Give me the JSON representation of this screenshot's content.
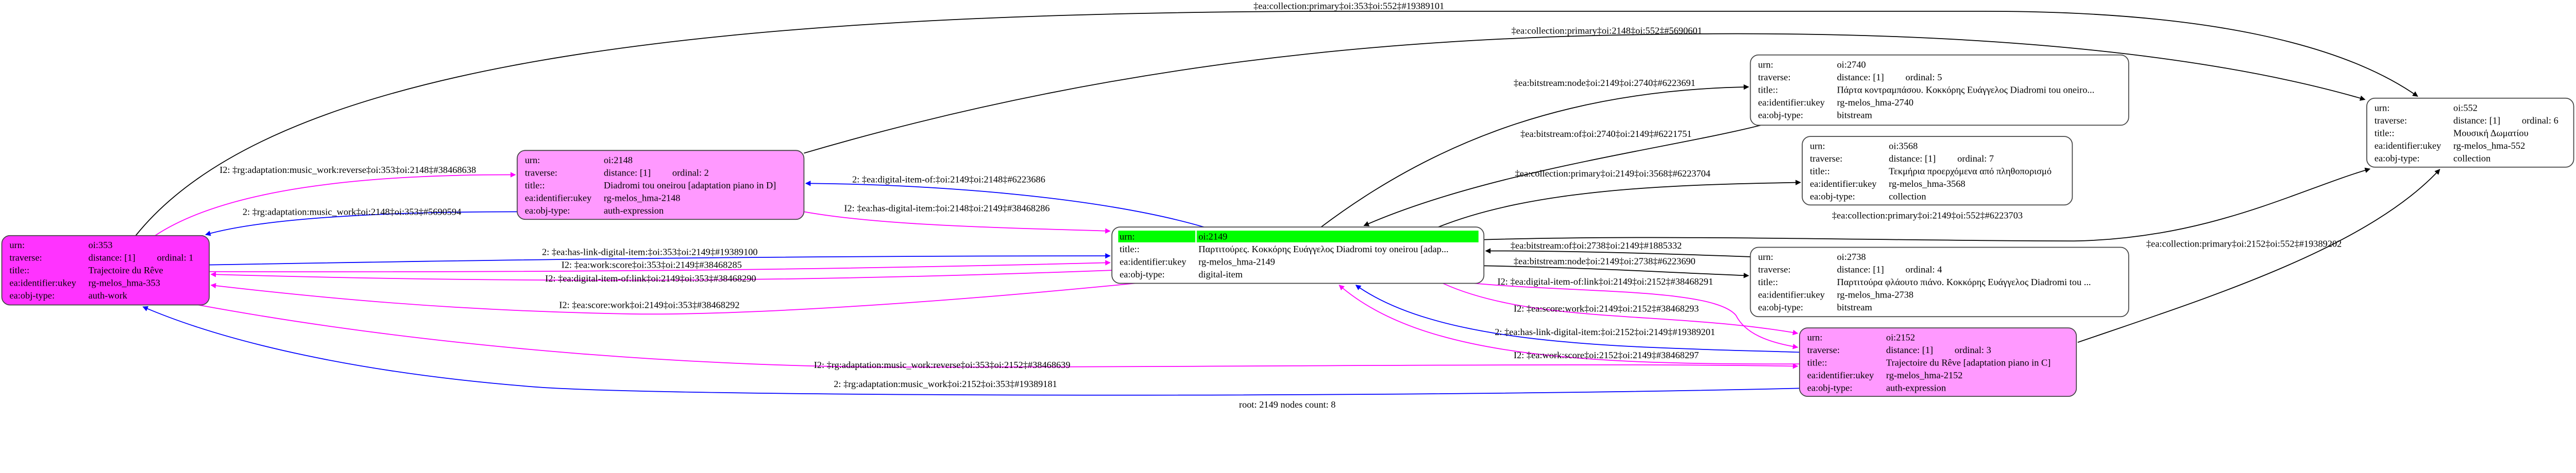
{
  "row_labels": {
    "urn": "urn:",
    "traverse": "traverse:",
    "title": "title::",
    "ukey": "ea:identifier:ukey",
    "type": "ea:obj-type:"
  },
  "colors": {
    "auth_work": "#ff33ff",
    "auth_expression": "#ff99ff",
    "default": "#ffffff",
    "root_highlight": "#00ff00",
    "edge_blue": "#0000ff",
    "edge_magenta": "#ff00ff",
    "edge_black": "#000000"
  },
  "nodes": [
    {
      "id": "353",
      "urn": "oi:353",
      "distance": "distance: [1]",
      "ordinal": "ordinal: 1",
      "title": "Trajectoire du Rêve",
      "ukey": "rg-melos_hma-353",
      "type": "auth-work",
      "fill": "#ff33ff"
    },
    {
      "id": "2148",
      "urn": "oi:2148",
      "distance": "distance: [1]",
      "ordinal": "ordinal: 2",
      "title": "Diadromi tou oneirou [adaptation piano in D]",
      "ukey": "rg-melos_hma-2148",
      "type": "auth-expression",
      "fill": "#ff99ff"
    },
    {
      "id": "2149",
      "urn": "oi:2149",
      "title": "Παρτιτούρες. Κοκκόρης Ευάγγελος Diadromi toy oneirou [adap...",
      "ukey": "rg-melos_hma-2149",
      "type": "digital-item",
      "fill": "#ffffff",
      "root": true
    },
    {
      "id": "2740",
      "urn": "oi:2740",
      "distance": "distance: [1]",
      "ordinal": "ordinal: 5",
      "title": "Πάρτα κοντραμπάσου. Κοκκόρης Ευάγγελος Diadromi tou oneiro...",
      "ukey": "rg-melos_hma-2740",
      "type": "bitstream",
      "fill": "#ffffff"
    },
    {
      "id": "3568",
      "urn": "oi:3568",
      "distance": "distance: [1]",
      "ordinal": "ordinal: 7",
      "title": "Τεκμήρια προερχόμενα από πληθοπορισμό",
      "ukey": "rg-melos_hma-3568",
      "type": "collection",
      "fill": "#ffffff"
    },
    {
      "id": "2738",
      "urn": "oi:2738",
      "distance": "distance: [1]",
      "ordinal": "ordinal: 4",
      "title": "Παρτιτούρα φλάουτο πιάνο. Κοκκόρης Ευάγγελος Diadromi tou ...",
      "ukey": "rg-melos_hma-2738",
      "type": "bitstream",
      "fill": "#ffffff"
    },
    {
      "id": "2152",
      "urn": "oi:2152",
      "distance": "distance: [1]",
      "ordinal": "ordinal: 3",
      "title": "Trajectoire du Rêve [adaptation piano in C]",
      "ukey": "rg-melos_hma-2152",
      "type": "auth-expression",
      "fill": "#ff99ff"
    },
    {
      "id": "552",
      "urn": "oi:552",
      "distance": "distance: [1]",
      "ordinal": "ordinal: 6",
      "title": "Μουσική Δωματίου",
      "ukey": "rg-melos_hma-552",
      "type": "collection",
      "fill": "#ffffff"
    }
  ],
  "edges": [
    {
      "from": "353",
      "to": "552",
      "color": "#000000",
      "label": "‡ea:collection:primary‡oi:353‡oi:552‡#19389101"
    },
    {
      "from": "2148",
      "to": "552",
      "color": "#000000",
      "label": "‡ea:collection:primary‡oi:2148‡oi:552‡#5690601"
    },
    {
      "from": "353",
      "to": "2148",
      "color": "#ff00ff",
      "label": "I2: ‡rg:adaptation:music_work:reverse‡oi:353‡oi:2148‡#38468638"
    },
    {
      "from": "2148",
      "to": "353",
      "color": "#0000ff",
      "label": "2: ‡rg:adaptation:music_work‡oi:2148‡oi:353‡#5690594"
    },
    {
      "from": "2149",
      "to": "2148",
      "color": "#0000ff",
      "label": "2: ‡ea:digital-item-of:‡oi:2149‡oi:2148‡#6223686"
    },
    {
      "from": "2148",
      "to": "2149",
      "color": "#ff00ff",
      "label": "I2: ‡ea:has-digital-item:‡oi:2148‡oi:2149‡#38468286"
    },
    {
      "from": "353",
      "to": "2149",
      "color": "#0000ff",
      "label": "2: ‡ea:has-link-digital-item:‡oi:353‡oi:2149‡#19389100"
    },
    {
      "from": "353",
      "to": "2149",
      "color": "#ff00ff",
      "label": "I2: ‡ea:work:score‡oi:353‡oi:2149‡#38468285"
    },
    {
      "from": "2149",
      "to": "353",
      "color": "#ff00ff",
      "label": "I2: ‡ea:digital-item-of:link‡oi:2149‡oi:353‡#38468290"
    },
    {
      "from": "2149",
      "to": "353",
      "color": "#ff00ff",
      "label": "I2: ‡ea:score:work‡oi:2149‡oi:353‡#38468292"
    },
    {
      "from": "2152",
      "to": "353",
      "color": "#0000ff",
      "label": "2: ‡rg:adaptation:music_work‡oi:2152‡oi:353‡#19389181"
    },
    {
      "from": "353",
      "to": "2152",
      "color": "#ff00ff",
      "label": "I2: ‡rg:adaptation:music_work:reverse‡oi:353‡oi:2152‡#38468639"
    },
    {
      "from": "2149",
      "to": "2740",
      "color": "#000000",
      "label": "‡ea:bitstream:node‡oi:2149‡oi:2740‡#6223691"
    },
    {
      "from": "2740",
      "to": "2149",
      "color": "#000000",
      "label": "‡ea:bitstream:of‡oi:2740‡oi:2149‡#6221751"
    },
    {
      "from": "2149",
      "to": "3568",
      "color": "#000000",
      "label": "‡ea:collection:primary‡oi:2149‡oi:3568‡#6223704"
    },
    {
      "from": "2149",
      "to": "552",
      "color": "#000000",
      "label": "‡ea:collection:primary‡oi:2149‡oi:552‡#6223703"
    },
    {
      "from": "2738",
      "to": "2149",
      "color": "#000000",
      "label": "‡ea:bitstream:of‡oi:2738‡oi:2149‡#1885332"
    },
    {
      "from": "2149",
      "to": "2738",
      "color": "#000000",
      "label": "‡ea:bitstream:node‡oi:2149‡oi:2738‡#6223690"
    },
    {
      "from": "2149",
      "to": "2152",
      "color": "#ff00ff",
      "label": "I2: ‡ea:digital-item-of:link‡oi:2149‡oi:2152‡#38468291"
    },
    {
      "from": "2149",
      "to": "2152",
      "color": "#ff00ff",
      "label": "I2: ‡ea:score:work‡oi:2149‡oi:2152‡#38468293"
    },
    {
      "from": "2152",
      "to": "2149",
      "color": "#0000ff",
      "label": "2: ‡ea:has-link-digital-item:‡oi:2152‡oi:2149‡#19389201"
    },
    {
      "from": "2152",
      "to": "2149",
      "color": "#ff00ff",
      "label": "I2: ‡ea:work:score‡oi:2152‡oi:2149‡#38468297"
    },
    {
      "from": "2152",
      "to": "552",
      "color": "#000000",
      "label": "‡ea:collection:primary‡oi:2152‡oi:552‡#19389202"
    }
  ],
  "footer": "root: 2149 nodes count: 8"
}
